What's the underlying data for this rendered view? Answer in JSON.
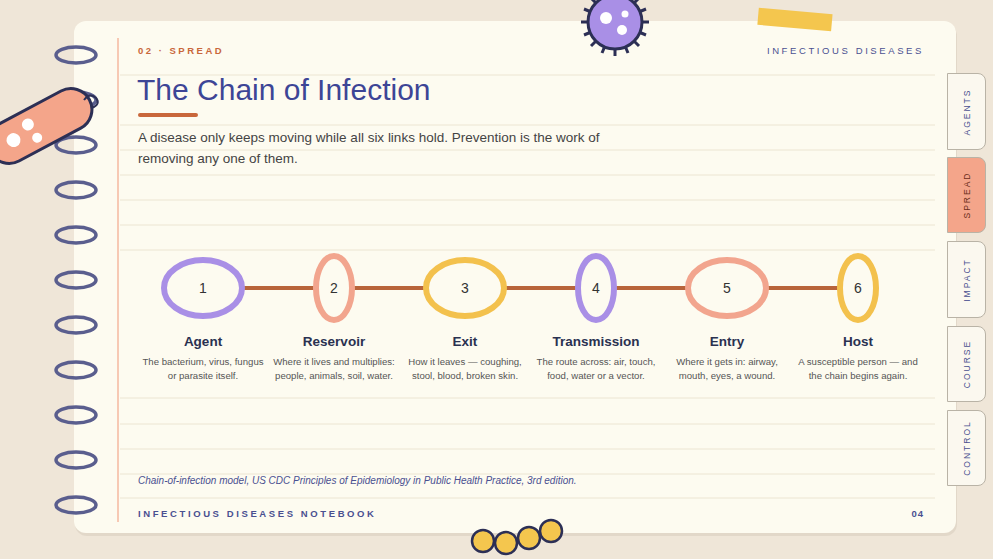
{
  "diagram": {
    "title": "The Chain of Infection",
    "caption": "Chain-of-infection model, US CDC Principles of Epidemiology in Public Health Practice, 3rd edition.",
    "nodes": [
      {
        "text": [
          "1",
          "Agent",
          "The bacterium, virus, fungus or parasite itself."
        ]
      },
      {
        "text": [
          "2",
          "Reservoir",
          "Where it lives and multiplies: people, animals, soil, water."
        ]
      },
      {
        "text": [
          "3",
          "Exit",
          "How it leaves — coughing, stool, blood, broken skin."
        ]
      },
      {
        "text": [
          "4",
          "Transmission",
          "The route across: air, touch, food, water or a vector."
        ]
      },
      {
        "text": [
          "5",
          "Entry",
          "Where it gets in: airway, mouth, eyes, a wound."
        ]
      },
      {
        "text": [
          "6",
          "Host",
          "A susceptible person — and the chain begins again."
        ]
      }
    ],
    "edges": [
      {
        "from": 0,
        "to": 1,
        "arrow": "none"
      },
      {
        "from": 1,
        "to": 2,
        "arrow": "none"
      },
      {
        "from": 2,
        "to": 3,
        "arrow": "none"
      },
      {
        "from": 3,
        "to": 4,
        "arrow": "none"
      },
      {
        "from": 4,
        "to": 5,
        "arrow": "none"
      }
    ],
    "labels": [
      "02 · SPREAD",
      "INFECTIOUS DISEASES",
      "A disease only keeps moving while all six links hold. Prevention is the work of removing any one of them.",
      "AGENTS",
      "SPREAD",
      "IMPACT",
      "COURSE",
      "CONTROL",
      "INFECTIOUS DISEASES NOTEBOOK",
      "04"
    ]
  }
}
